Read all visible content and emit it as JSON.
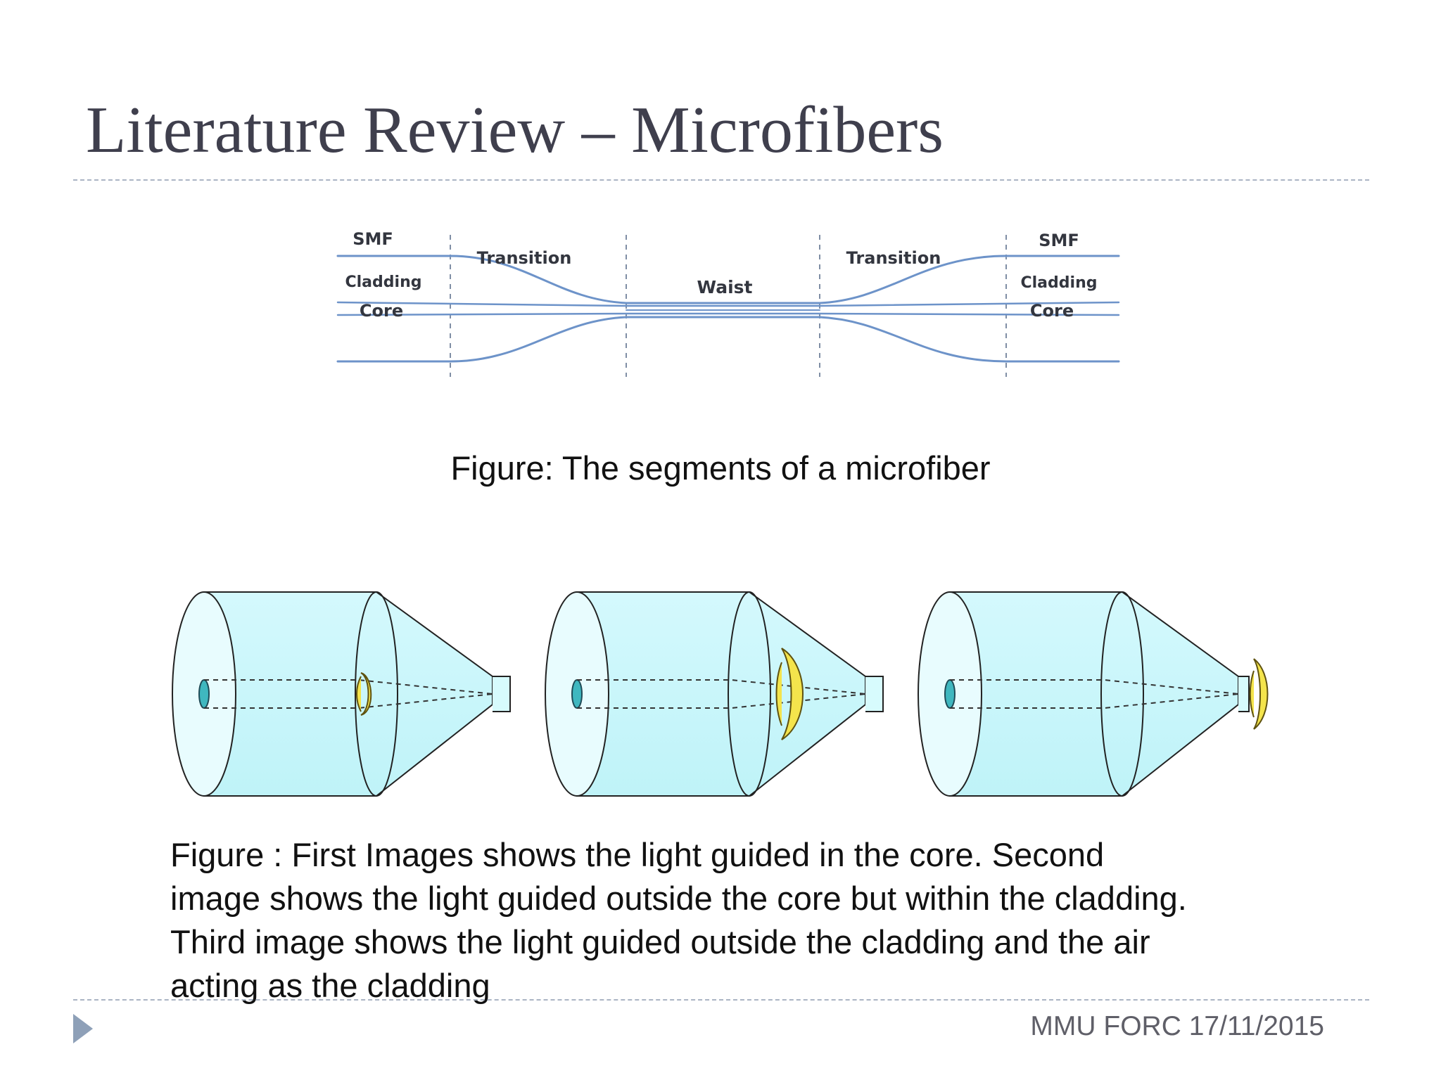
{
  "slide": {
    "title": "Literature Review – Microfibers",
    "footer": "MMU FORC 17/11/2015"
  },
  "segments_figure": {
    "labels": {
      "smf_left": "SMF",
      "cladding_left": "Cladding",
      "core_left": "Core",
      "transition_left": "Transition",
      "waist": "Waist",
      "transition_right": "Transition",
      "smf_right": "SMF",
      "cladding_right": "Cladding",
      "core_right": "Core"
    },
    "caption": "Figure: The segments of a microfiber"
  },
  "light_guidance_figure": {
    "caption_lines": [
      "Figure : First Images shows the light guided in the core. Second",
      "image shows the light guided outside the core but within the cladding.",
      "Third image shows the light guided outside the cladding and the air",
      "acting as the cladding"
    ]
  },
  "colors": {
    "title": "#3f3f4d",
    "fiber_line": "#6d93c9",
    "cladding_fill": "#c8f6fb",
    "core_fill": "#3fb7bf",
    "light_mode": "#f4e44c",
    "footer_arrow": "#8ea0b8"
  }
}
